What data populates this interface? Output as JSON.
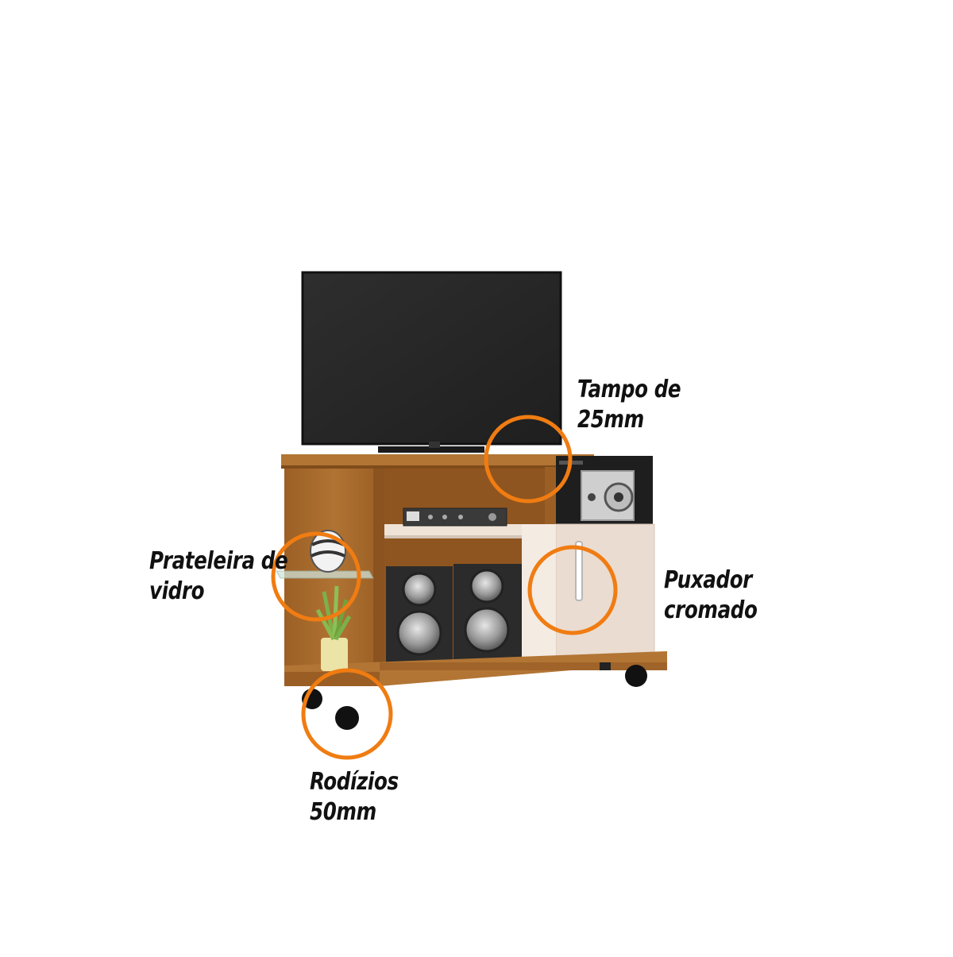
{
  "colors": {
    "ring": "#f07c12",
    "wood": "#a9692c",
    "wood_dark": "#8a531f",
    "cream": "#efe3d8",
    "tv": "#262626",
    "speaker": "#2b2b2b"
  },
  "callouts": {
    "tampo": {
      "line1": "Tampo de",
      "line2": "25mm"
    },
    "prateleira": {
      "line1": "Prateleira de",
      "line2": "vidro"
    },
    "puxador": {
      "line1": "Puxador",
      "line2": "cromado"
    },
    "rodizios": {
      "line1": "Rodízios",
      "line2": "50mm"
    }
  }
}
